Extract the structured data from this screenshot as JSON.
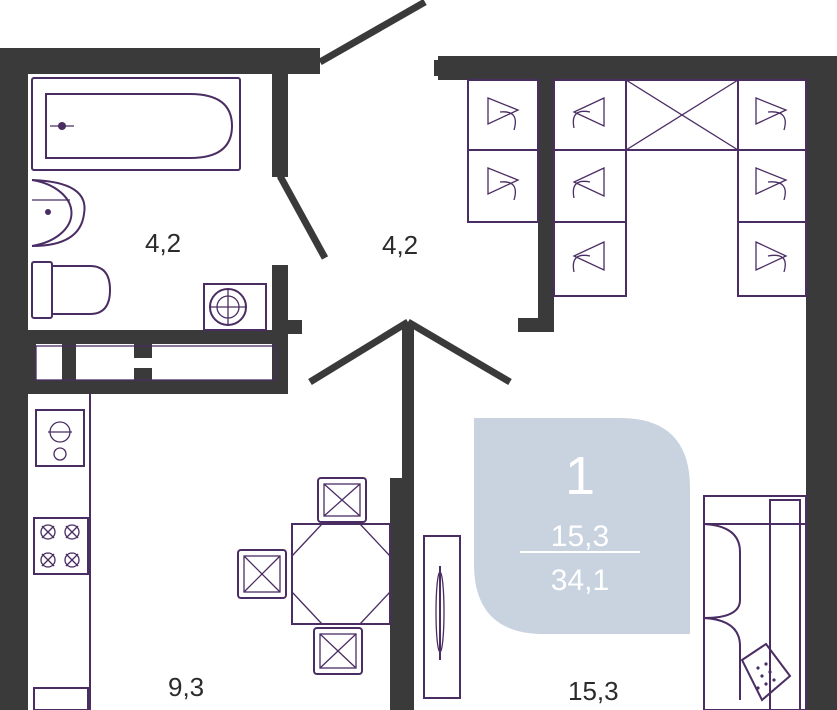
{
  "rooms": {
    "bathroom_area": "4,2",
    "hall_area": "4,2",
    "kitchen_area": "9,3",
    "living_area": "15,3"
  },
  "badge": {
    "rooms_count": "1",
    "living_area": "15,3",
    "total_area": "34,1",
    "color": "#c9d3df"
  },
  "colors": {
    "wall": "#3a3a3a",
    "furniture_stroke": "#4a2d63",
    "background": "#ffffff"
  }
}
